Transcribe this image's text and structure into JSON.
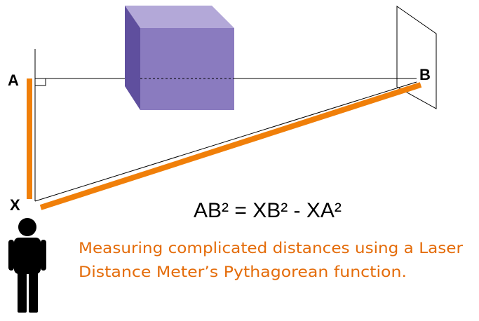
{
  "labels": {
    "point_a": "A",
    "point_b": "B",
    "point_x": "X"
  },
  "formula": "AB² = XB² - XA²",
  "caption": {
    "line1": "Measuring complicated distances using a Laser",
    "line2": "Distance Meter’s Pythagorean function."
  },
  "colors": {
    "laser": "#f07f09",
    "caption": "#e46c0a",
    "cube_front": "#8a7bbf",
    "cube_top": "#b3a8d8",
    "cube_side": "#5f4f9e",
    "person": "#000000",
    "lines": "#000000"
  },
  "icons": {
    "person": "person-silhouette-icon",
    "obstacle": "cube-obstacle",
    "target": "wall-panel"
  }
}
